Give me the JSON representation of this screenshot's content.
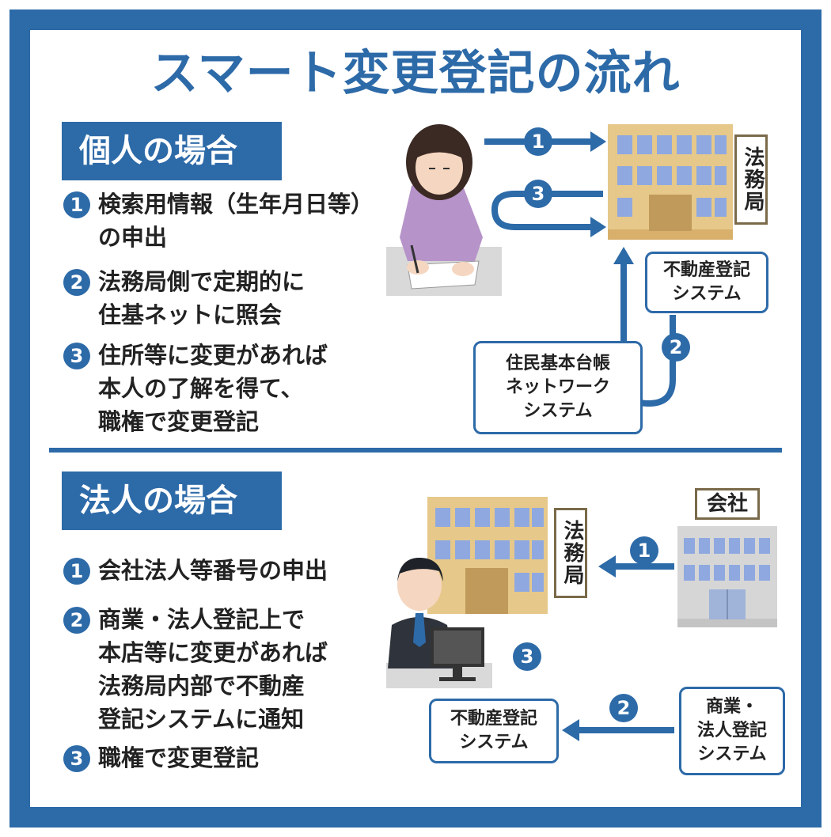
{
  "title": "スマート変更登記の流れ",
  "individual": {
    "label": "個人の場合",
    "steps": [
      {
        "num": "1",
        "text": "検索用情報（生年月日等）\nの申出"
      },
      {
        "num": "2",
        "text": "法務局側で定期的に\n住基ネットに照会"
      },
      {
        "num": "3",
        "text": "住所等に変更があれば\n本人の了解を得て、\n職権で変更登記"
      }
    ],
    "office_sign": "法務局",
    "registry_box": "不動産登記\nシステム",
    "juki_box": "住民基本台帳\nネットワーク\nシステム",
    "arrow_nums": [
      "1",
      "3",
      "2"
    ]
  },
  "corporate": {
    "label": "法人の場合",
    "steps": [
      {
        "num": "1",
        "text": "会社法人等番号の申出"
      },
      {
        "num": "2",
        "text": "商業・法人登記上で\n本店等に変更があれば\n法務局内部で不動産\n登記システムに通知"
      },
      {
        "num": "3",
        "text": "職権で変更登記"
      }
    ],
    "office_sign": "法務局",
    "company_sign": "会社",
    "registry_box": "不動産登記\nシステム",
    "commercial_box": "商業・\n法人登記\nシステム",
    "arrow_nums": [
      "1",
      "3",
      "2"
    ]
  },
  "colors": {
    "accent": "#2d6aa8",
    "building": "#e6c88a",
    "window": "#8fa9e0"
  }
}
